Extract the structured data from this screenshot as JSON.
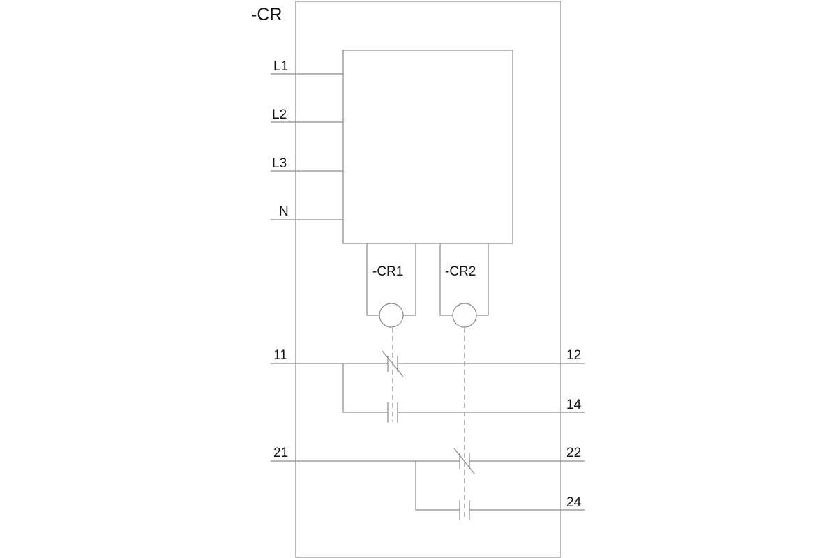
{
  "device": {
    "tag": "-CR"
  },
  "inputs": [
    "L1",
    "L2",
    "L3",
    "N"
  ],
  "relays": [
    "-CR1",
    "-CR2"
  ],
  "contacts": {
    "group1": {
      "common": "11",
      "nc": "12",
      "no": "14"
    },
    "group2": {
      "common": "21",
      "nc": "22",
      "no": "24"
    }
  }
}
